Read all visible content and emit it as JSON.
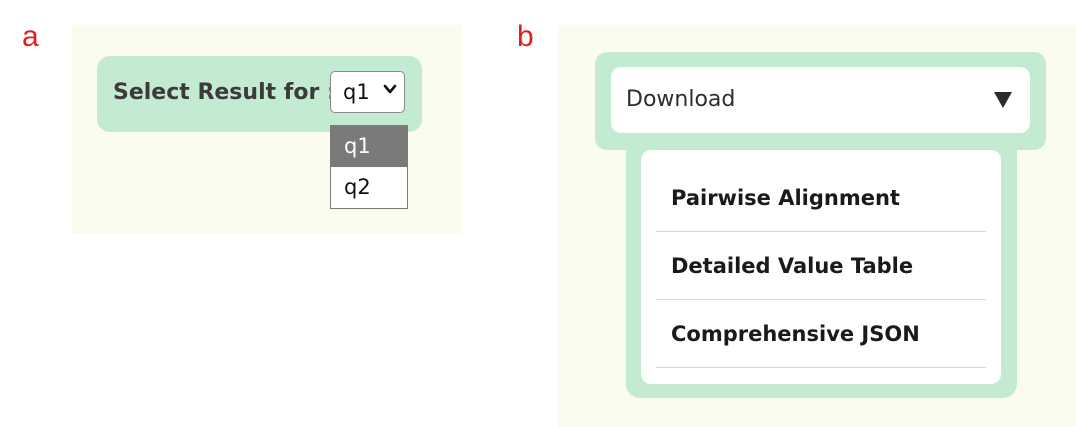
{
  "panels": {
    "a": {
      "letter": "a"
    },
    "b": {
      "letter": "b"
    }
  },
  "colors": {
    "panel_background": "#fafdee",
    "accent_green": "#c3ebd2",
    "panel_letter": "#e0201b",
    "selected_option_bg": "#7a7a7a"
  },
  "select": {
    "label": "Select Result for :",
    "value": "q1",
    "chevron_icon": "chevron-down-icon",
    "options": [
      {
        "label": "q1",
        "highlighted": true
      },
      {
        "label": "q2",
        "highlighted": false
      }
    ]
  },
  "download": {
    "label": "Download",
    "caret_icon": "caret-down-icon",
    "items": [
      {
        "label": "Pairwise Alignment"
      },
      {
        "label": "Detailed Value Table"
      },
      {
        "label": "Comprehensive JSON"
      }
    ]
  }
}
